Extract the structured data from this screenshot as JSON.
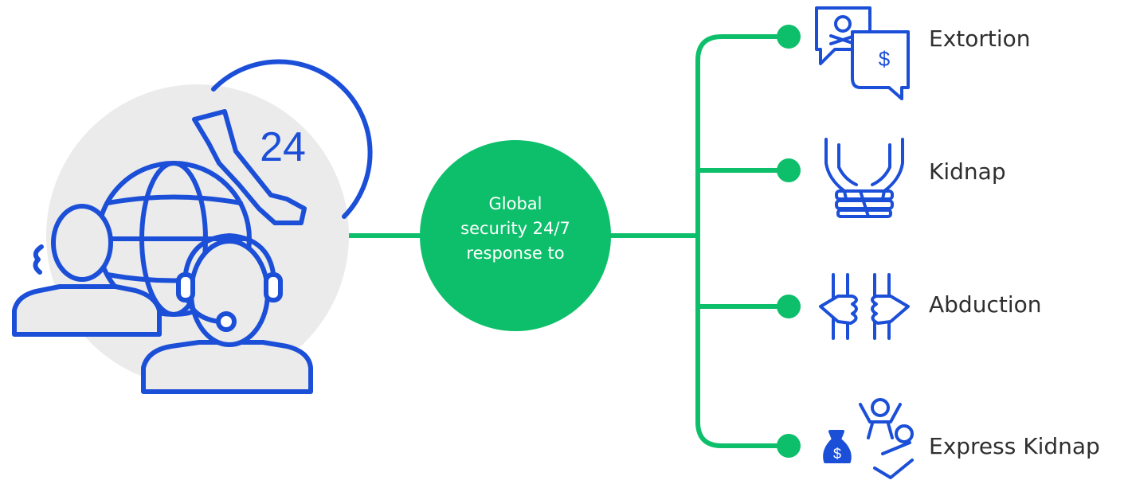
{
  "colors": {
    "accent_green": "#0dbf6a",
    "icon_blue": "#1c4fd8",
    "background_circle": "#ebebeb",
    "label_text": "#2f2f2f"
  },
  "agent": {
    "icons": [
      "headset-agent-icon",
      "globe-icon",
      "user-icon"
    ],
    "badge": "24"
  },
  "hub": {
    "lines": [
      "Global",
      "security 24/7",
      "response to"
    ]
  },
  "items": [
    {
      "label": "Extortion",
      "icon": "extortion-icon"
    },
    {
      "label": "Kidnap",
      "icon": "kidnap-icon"
    },
    {
      "label": "Abduction",
      "icon": "abduction-icon"
    },
    {
      "label": "Express Kidnap",
      "icon": "express-kidnap-icon"
    }
  ]
}
